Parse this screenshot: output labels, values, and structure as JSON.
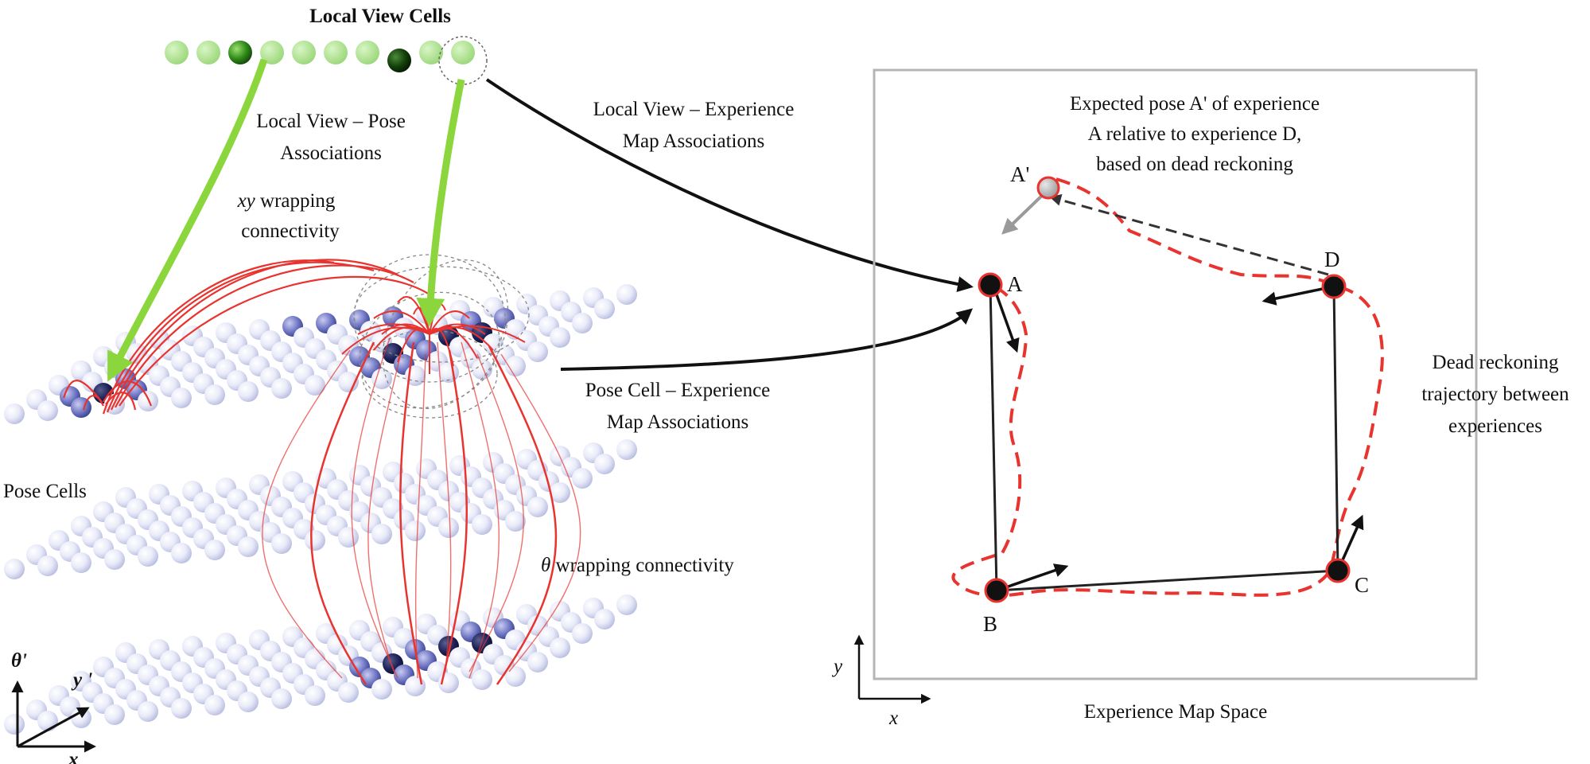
{
  "local_view": {
    "title": "Local View Cells",
    "cell_count": 10,
    "active_cells": [
      2,
      7
    ],
    "inactive_color": "#a8e08a",
    "active_color": "#2a7a12"
  },
  "labels": {
    "lv_pose_line1": "Local View – Pose",
    "lv_pose_line2": "Associations",
    "lv_exp_line1": "Local View – Experience",
    "lv_exp_line2": "Map Associations",
    "xy_wrap_italic": "xy",
    "xy_wrap_rest": " wrapping",
    "xy_wrap_line2": "connectivity",
    "pose_cells": "Pose Cells",
    "pc_exp_line1": "Pose Cell – Experience",
    "pc_exp_line2": "Map Associations",
    "theta_italic": "θ",
    "theta_rest": " wrapping connectivity",
    "expected_line1": "Expected pose A' of experience",
    "expected_line2": "A relative to experience D,",
    "expected_line3": "based on dead reckoning",
    "dead_line1": "Dead reckoning",
    "dead_line2": "trajectory between",
    "dead_line3": "experiences",
    "map_space": "Experience Map Space"
  },
  "axes_pose": {
    "theta": "θ'",
    "y": "y '",
    "x": "x"
  },
  "axes_map": {
    "y": "y",
    "x": "x"
  },
  "experiences": [
    {
      "id": "A",
      "label": "A"
    },
    {
      "id": "B",
      "label": "B"
    },
    {
      "id": "C",
      "label": "C"
    },
    {
      "id": "D",
      "label": "D"
    },
    {
      "id": "A'",
      "label": "A'"
    }
  ],
  "colors": {
    "green_arrow": "#8bd63c",
    "black_arrow": "#111111",
    "red_link": "#e8332e",
    "dashed_red": "#e8332e",
    "cell_light": "#e6e8f7",
    "cell_active": "#5a62b0",
    "cell_dark": "#1a1f55",
    "box_border": "#b5b5b5"
  }
}
